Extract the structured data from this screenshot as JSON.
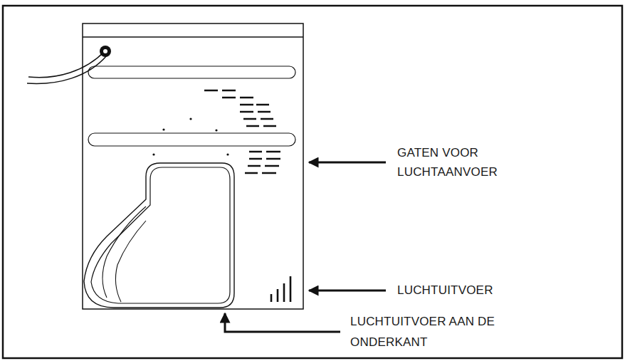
{
  "diagram": {
    "labels": [
      "GATEN VOOR LUCHTAANVOER",
      "LUCHTUITVOER",
      "LUCHTUITVOER AAN DE ONDERKANT"
    ]
  }
}
